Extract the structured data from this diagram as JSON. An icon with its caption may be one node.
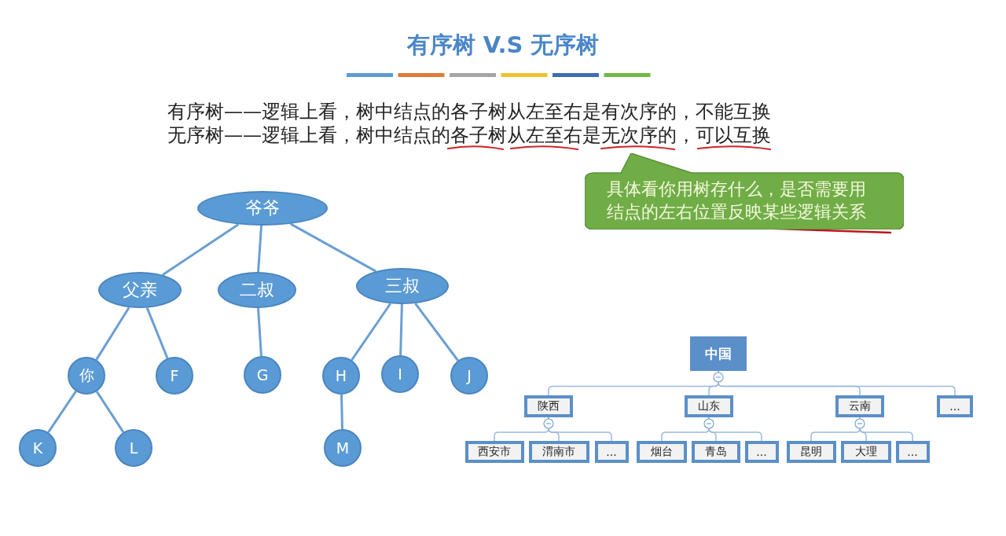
{
  "diagram": {
    "title": "有序树 V.S 无序树",
    "nodes": [
      {
        "text": [
          "爷爷"
        ]
      },
      {
        "text": [
          "父亲"
        ]
      },
      {
        "text": [
          "二叔"
        ]
      },
      {
        "text": [
          "三叔"
        ]
      },
      {
        "text": [
          "你"
        ]
      },
      {
        "text": [
          "F"
        ]
      },
      {
        "text": [
          "G"
        ]
      },
      {
        "text": [
          "H"
        ]
      },
      {
        "text": [
          "I"
        ]
      },
      {
        "text": [
          "J"
        ]
      },
      {
        "text": [
          "K"
        ]
      },
      {
        "text": [
          "L"
        ]
      },
      {
        "text": [
          "M"
        ]
      },
      {
        "text": [
          "具体看你用树存什么，是否需要用结点的左右位置反映某些逻辑关系"
        ]
      },
      {
        "text": [
          "中国"
        ]
      },
      {
        "text": [
          "陕西"
        ]
      },
      {
        "text": [
          "山东"
        ]
      },
      {
        "text": [
          "云南"
        ]
      },
      {
        "text": [
          "..."
        ]
      },
      {
        "text": [
          "西安市"
        ]
      },
      {
        "text": [
          "渭南市"
        ]
      },
      {
        "text": [
          "..."
        ]
      },
      {
        "text": [
          "烟台"
        ]
      },
      {
        "text": [
          "青岛"
        ]
      },
      {
        "text": [
          "..."
        ]
      },
      {
        "text": [
          "昆明"
        ]
      },
      {
        "text": [
          "大理"
        ]
      },
      {
        "text": [
          "..."
        ]
      }
    ],
    "edges": [
      {
        "from": 0,
        "to": 1,
        "arrow": "none"
      },
      {
        "from": 0,
        "to": 2,
        "arrow": "none"
      },
      {
        "from": 0,
        "to": 3,
        "arrow": "none"
      },
      {
        "from": 1,
        "to": 4,
        "arrow": "none"
      },
      {
        "from": 1,
        "to": 5,
        "arrow": "none"
      },
      {
        "from": 2,
        "to": 6,
        "arrow": "none"
      },
      {
        "from": 3,
        "to": 7,
        "arrow": "none"
      },
      {
        "from": 3,
        "to": 8,
        "arrow": "none"
      },
      {
        "from": 3,
        "to": 9,
        "arrow": "none"
      },
      {
        "from": 4,
        "to": 10,
        "arrow": "none"
      },
      {
        "from": 4,
        "to": 11,
        "arrow": "none"
      },
      {
        "from": 7,
        "to": 12,
        "arrow": "none"
      },
      {
        "from": 14,
        "to": 15,
        "arrow": "none"
      },
      {
        "from": 14,
        "to": 16,
        "arrow": "none"
      },
      {
        "from": 14,
        "to": 17,
        "arrow": "none"
      },
      {
        "from": 14,
        "to": 18,
        "arrow": "none"
      },
      {
        "from": 15,
        "to": 19,
        "arrow": "none"
      },
      {
        "from": 15,
        "to": 20,
        "arrow": "none"
      },
      {
        "from": 15,
        "to": 21,
        "arrow": "none"
      },
      {
        "from": 16,
        "to": 22,
        "arrow": "none"
      },
      {
        "from": 16,
        "to": 23,
        "arrow": "none"
      },
      {
        "from": 16,
        "to": 24,
        "arrow": "none"
      },
      {
        "from": 17,
        "to": 25,
        "arrow": "none"
      },
      {
        "from": 17,
        "to": 26,
        "arrow": "none"
      },
      {
        "from": 17,
        "to": 27,
        "arrow": "none"
      }
    ],
    "labels": [
      "有序树——逻辑上看，树中结点的各子树从左至右是有次序的，不能互换",
      "无序树——逻辑上看，树中结点的各子树从左至右是无次序的，可以互换"
    ]
  }
}
